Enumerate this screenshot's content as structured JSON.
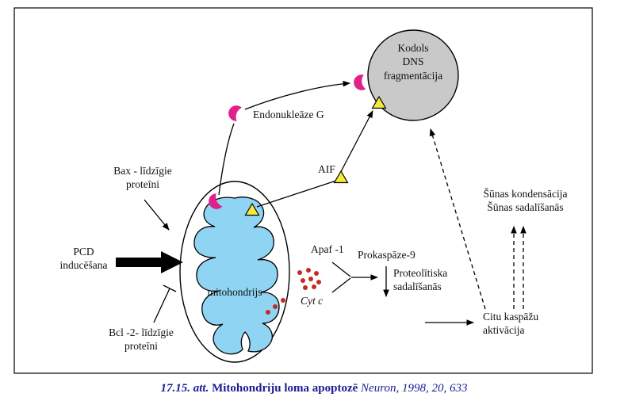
{
  "colors": {
    "crescent": "#e0218a",
    "triangle": "#f5e93c",
    "mito_fill": "#8fd4f2",
    "nucleus_fill": "#c9c9c9",
    "dot": "#c42a21",
    "caption": "#1b1b96"
  },
  "labels": {
    "bax": "Bax - līdzīgie\nproteīni",
    "pcd": "PCD\ninducēšana",
    "bcl": "Bcl -2- līdzīgie\nproteīni",
    "mitochondrion": "mitohondrijs",
    "endonuclease_g": "Endonukleāze G",
    "aif": "AIF",
    "apaf": "Apaf -1",
    "cyt_c": "Cyt c",
    "procaspase": "Prokaspāze-9",
    "proteolysis": "Proteolītiska\nsadalīšanās",
    "caspase_activation": "Citu kaspāžu\naktivācija",
    "cell_changes": "Šūnas kondensācija\nŠūnas sadalīšanās",
    "nucleus": "Kodols\nDNS\nfragmentācija"
  },
  "caption": {
    "figure_label": "17.15. att.",
    "title": "Mitohondriju loma apoptozē",
    "source": "Neuron, 1998, 20, 633"
  }
}
